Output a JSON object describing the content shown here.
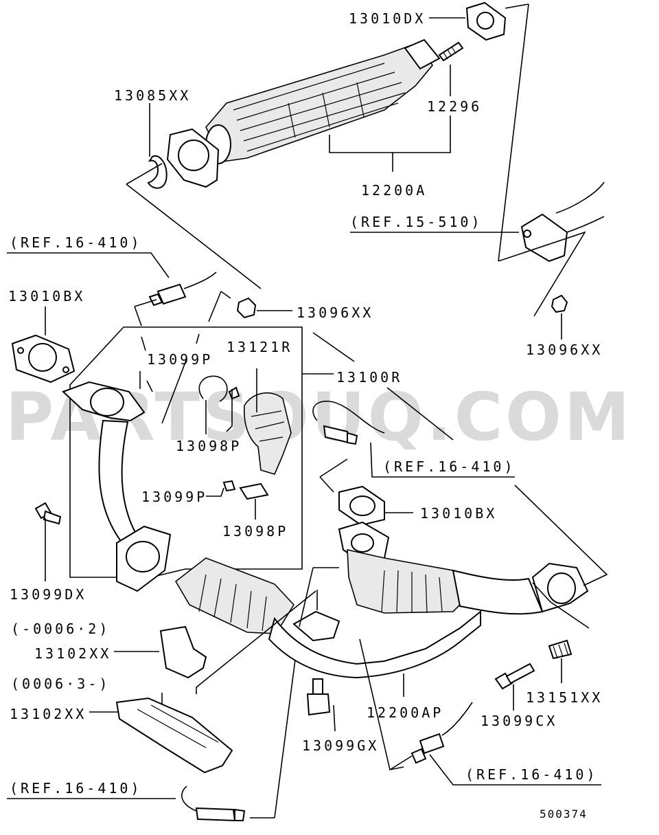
{
  "watermark": "PARTSOUQ.COM",
  "labels": {
    "p13010dx": "13010DX",
    "p13085xx": "13085XX",
    "p12296": "12296",
    "p12200a": "12200A",
    "ref15_510": "(REF.15-510)",
    "ref16_410_a": "(REF.16-410)",
    "p13010bx_a": "13010BX",
    "p13096xx_a": "13096XX",
    "p13096xx_b": "13096XX",
    "p13099p_a": "13099P",
    "p13121r": "13121R",
    "p13100r": "13100R",
    "p13098p_a": "13098P",
    "ref16_410_b": "(REF.16-410)",
    "p13099p_b": "13099P",
    "p13010bx_b": "13010BX",
    "p13098p_b": "13098P",
    "p13099dx": "13099DX",
    "range_a": "(-0006·2)",
    "p13102xx_a": "13102XX",
    "range_b": "(0006·3-)",
    "p13102xx_b": "13102XX",
    "p12200ap": "12200AP",
    "p13099gx": "13099GX",
    "p13099cx": "13099CX",
    "p13151xx": "13151XX",
    "ref16_410_c": "(REF.16-410)",
    "ref16_410_d": "(REF.16-410)",
    "diagram_no": "500374"
  }
}
